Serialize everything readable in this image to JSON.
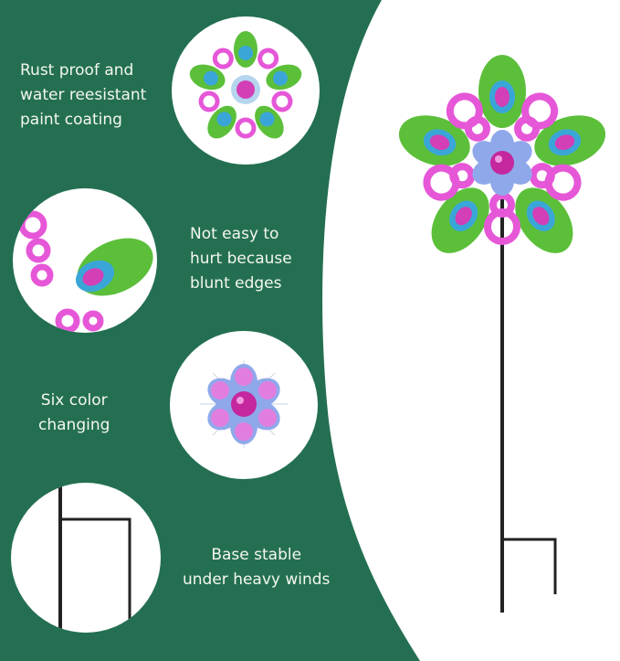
{
  "colors": {
    "panel_green": "#246f52",
    "text": "#f4f7ef",
    "background": "#ffffff",
    "feather_green": "#5cbf3a",
    "petal_pink": "#e657d8",
    "accent_blue": "#3aa6d8",
    "pole": "#222222"
  },
  "features": [
    {
      "lines": [
        "Rust proof and",
        "water reesistant",
        "paint coating"
      ]
    },
    {
      "lines": [
        "Not easy to",
        "hurt because",
        "blunt edges"
      ]
    },
    {
      "lines": [
        "Six color",
        "changing"
      ]
    },
    {
      "lines": [
        "Base stable",
        "under heavy winds"
      ]
    }
  ],
  "detail_images": [
    {
      "name": "spinner-overview"
    },
    {
      "name": "feather-closeup"
    },
    {
      "name": "center-flower-closeup"
    },
    {
      "name": "stake-base-closeup"
    }
  ],
  "product_image": {
    "name": "peacock-wind-spinner-stake"
  }
}
